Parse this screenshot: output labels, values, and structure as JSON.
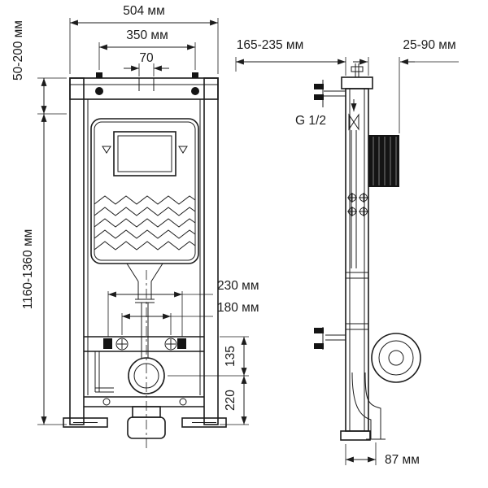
{
  "drawing": {
    "front": {
      "dim_width_total": "504 мм",
      "dim_width_bolts": "350 мм",
      "dim_center_slot": "70",
      "dim_top_adjust": "50-200 мм",
      "dim_height_total": "1160-1360 мм",
      "dim_fix_230": "230 мм",
      "dim_fix_180": "180 мм",
      "dim_drain_135": "135",
      "dim_drain_220": "220"
    },
    "side": {
      "dim_depth_range": "165-235 мм",
      "dim_actuator": "25-90 мм",
      "thread_label": "G 1/2",
      "dim_outlet_87": "87 мм"
    }
  }
}
